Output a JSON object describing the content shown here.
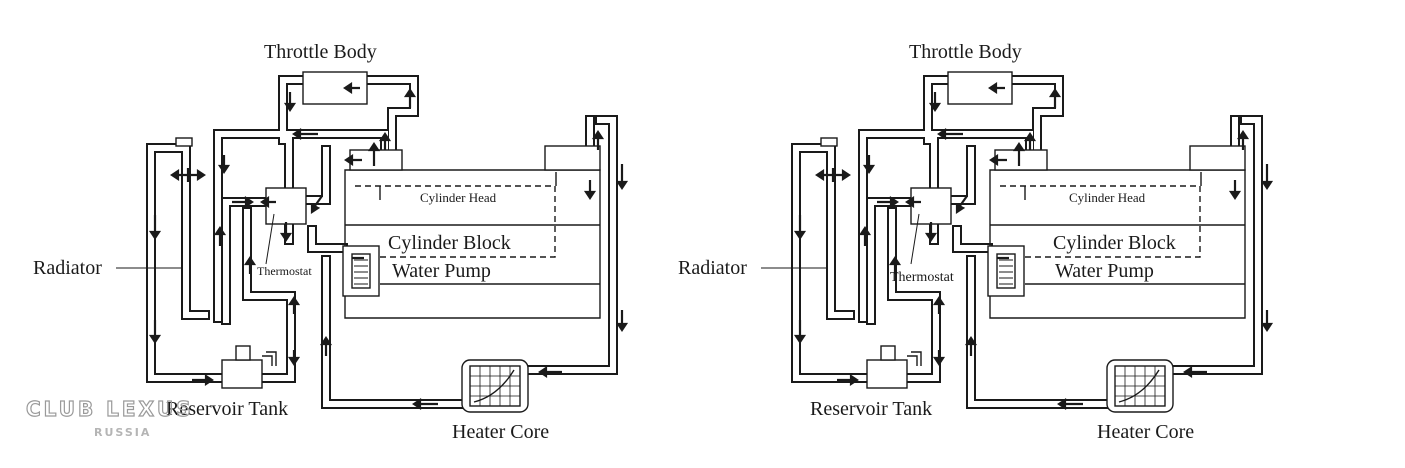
{
  "diagrams": [
    {
      "labels": {
        "throttle_body": "Throttle Body",
        "cylinder_head": "Cylinder Head",
        "cylinder_block": "Cylinder Block",
        "water_pump": "Water Pump",
        "radiator": "Radiator",
        "thermostat": "Thermostat",
        "reservoir_tank": "Reservoir Tank",
        "heater_core": "Heater Core"
      }
    },
    {
      "labels": {
        "throttle_body": "Throttle Body",
        "cylinder_head": "Cylinder Head",
        "cylinder_block": "Cylinder Block",
        "water_pump": "Water Pump",
        "radiator": "Radiator",
        "thermostat": "Thermostat",
        "reservoir_tank": "Reservoir Tank",
        "heater_core": "Heater Core"
      }
    }
  ],
  "watermark": {
    "title": "CLUB LEXUS",
    "subtitle": "RUSSIA"
  }
}
